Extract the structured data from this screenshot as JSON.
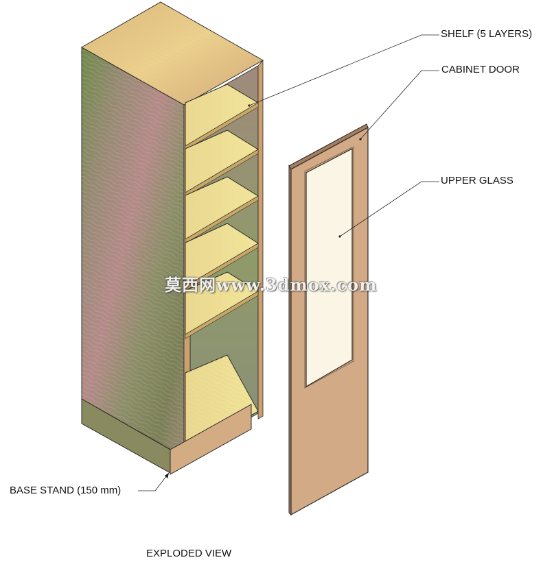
{
  "labels": {
    "shelf": "SHELF (5 LAYERS)",
    "cabinet_door": "CABINET DOOR",
    "upper_glass": "UPPER GLASS",
    "base_stand": "BASE STAND (150 mm)"
  },
  "caption": "EXPLODED VIEW",
  "watermark": "莫西网www.3dmox.com",
  "colors": {
    "wood_top": "#e8c880",
    "wood_side": "#8c8a5e",
    "shelf_surface": "#e9dd8a",
    "shelf_edge": "#c9a866",
    "inner_back": "#8d8a78",
    "base_stand": "#d4ac84",
    "door_front": "#d3aa86",
    "door_edge": "#a47e5e",
    "glass": "#faf5e4",
    "outline": "#2a2a2a"
  },
  "shelf_count": 5
}
